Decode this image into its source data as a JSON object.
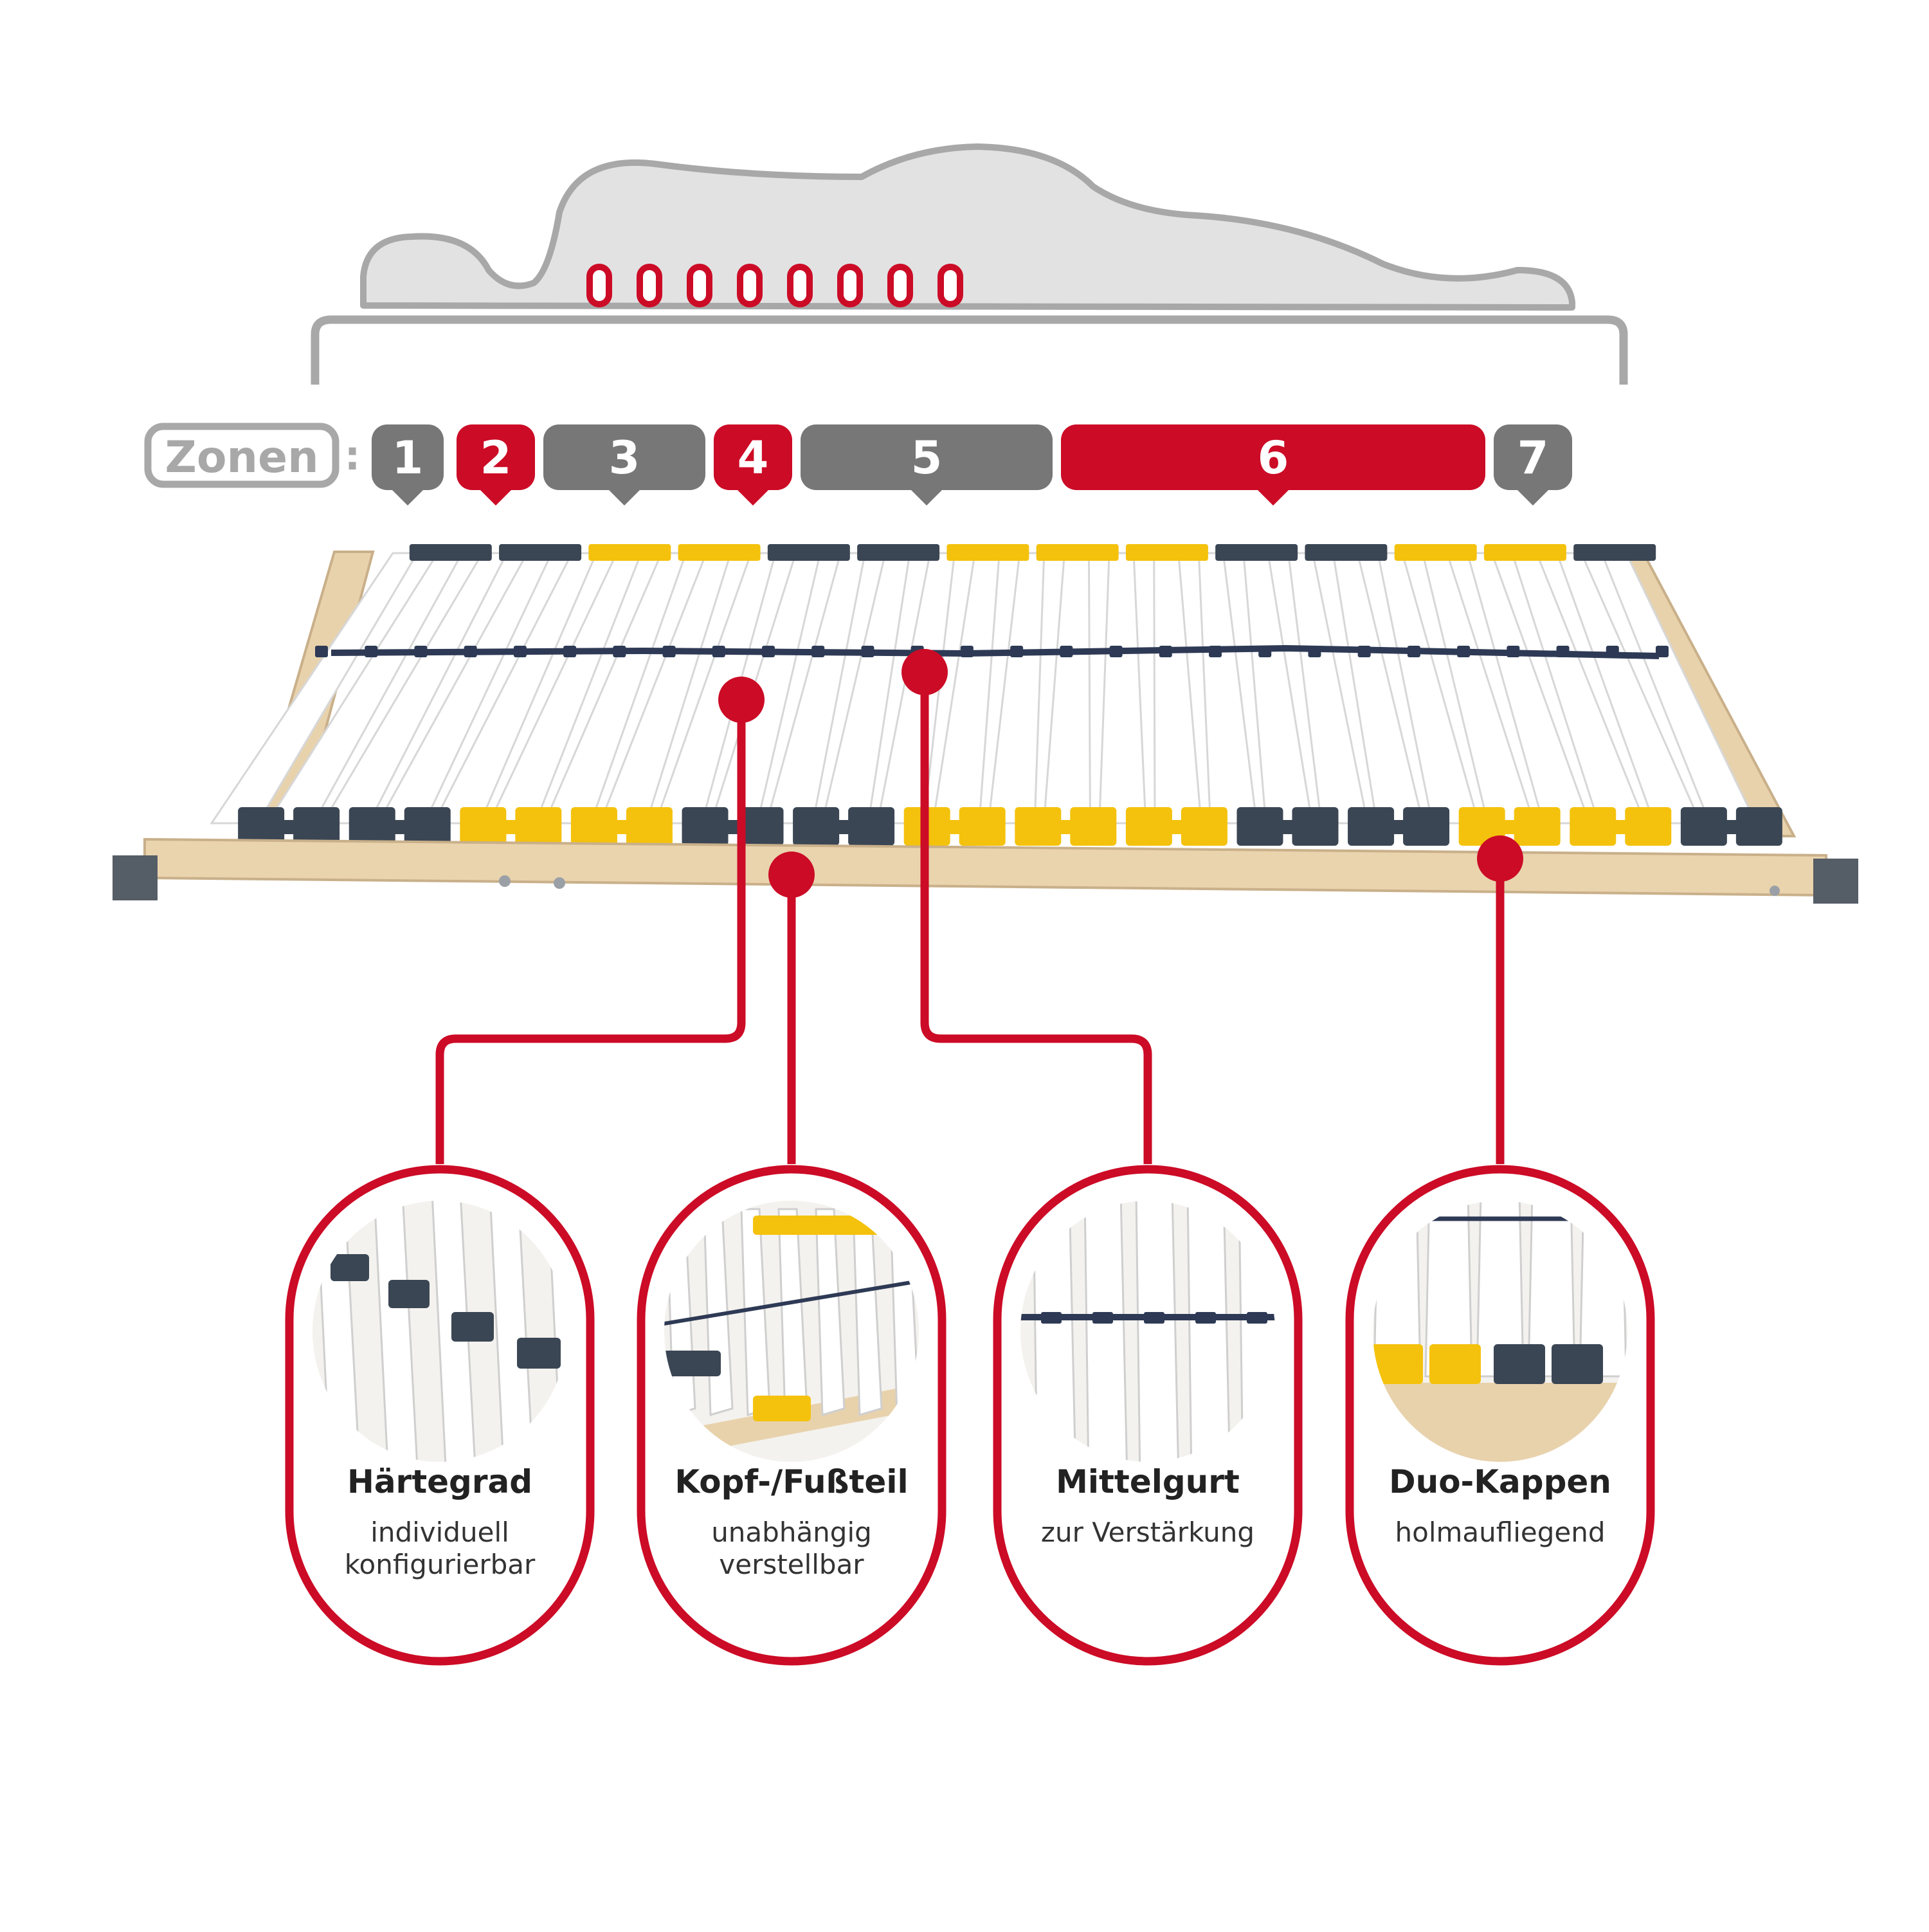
{
  "zones": {
    "label": "Zonen",
    "separator": ":",
    "items": [
      {
        "number": "1",
        "color": "#777777"
      },
      {
        "number": "2",
        "color": "#cc0b26"
      },
      {
        "number": "3",
        "color": "#777777"
      },
      {
        "number": "4",
        "color": "#cc0b26"
      },
      {
        "number": "5",
        "color": "#777777"
      },
      {
        "number": "6",
        "color": "#cc0b26"
      },
      {
        "number": "7",
        "color": "#777777"
      }
    ]
  },
  "colors": {
    "accent": "#cc0b26",
    "zone_gray": "#777777",
    "mattress": "#e2e2e2",
    "mattress_outline": "#a8a8a8",
    "frame_wood": "#e8d2ac",
    "slat": "#ffffff",
    "cap_dark": "#3b4654",
    "cap_yellow": "#f4c20d",
    "belt": "#2e3a55"
  },
  "features": [
    {
      "title": "Härtegrad",
      "subtitle": [
        "individuell",
        "konfigurierbar"
      ],
      "icon": "slat-hardness-slider-icon"
    },
    {
      "title": "Kopf-/Fußteil",
      "subtitle": [
        "unabhängig",
        "verstellbar"
      ],
      "icon": "adjustable-head-foot-icon"
    },
    {
      "title": "Mittelgurt",
      "subtitle": [
        "zur Verstärkung"
      ],
      "icon": "center-belt-icon"
    },
    {
      "title": "Duo-Kappen",
      "subtitle": [
        "holmaufliegend"
      ],
      "icon": "duo-caps-icon"
    }
  ]
}
